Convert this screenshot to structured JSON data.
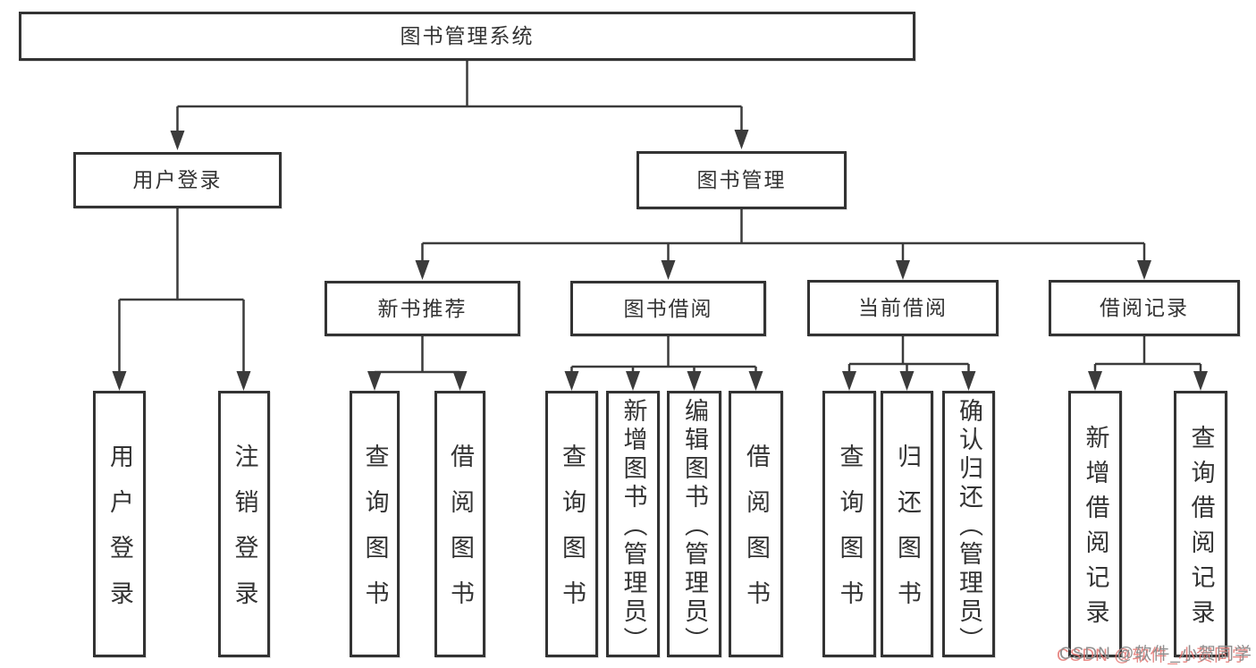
{
  "diagram_type": "hierarchy-tree",
  "colors": {
    "line": "#3b3b3b",
    "box_border": "#333333",
    "box_fill": "#ffffff",
    "text": "#333333",
    "watermark_text": "#8f8f8f",
    "watermark_shadow": "#e47470"
  },
  "watermark": "CSDN @软件_小贺同学",
  "tree": {
    "root": "图书管理系统",
    "children": [
      {
        "label": "用户登录",
        "children": [
          "用户登录",
          "注销登录"
        ]
      },
      {
        "label": "图书管理",
        "children": [
          {
            "label": "新书推荐",
            "children": [
              "查询图书",
              "借阅图书"
            ]
          },
          {
            "label": "图书借阅",
            "children": [
              "查询图书",
              "新增图书（管理员）",
              "编辑图书（管理员）",
              "借阅图书"
            ]
          },
          {
            "label": "当前借阅",
            "children": [
              "查询图书",
              "归还图书",
              "确认归还（管理员）"
            ]
          },
          {
            "label": "借阅记录",
            "children": [
              "新增借阅记录",
              "查询借阅记录"
            ]
          }
        ]
      }
    ]
  }
}
